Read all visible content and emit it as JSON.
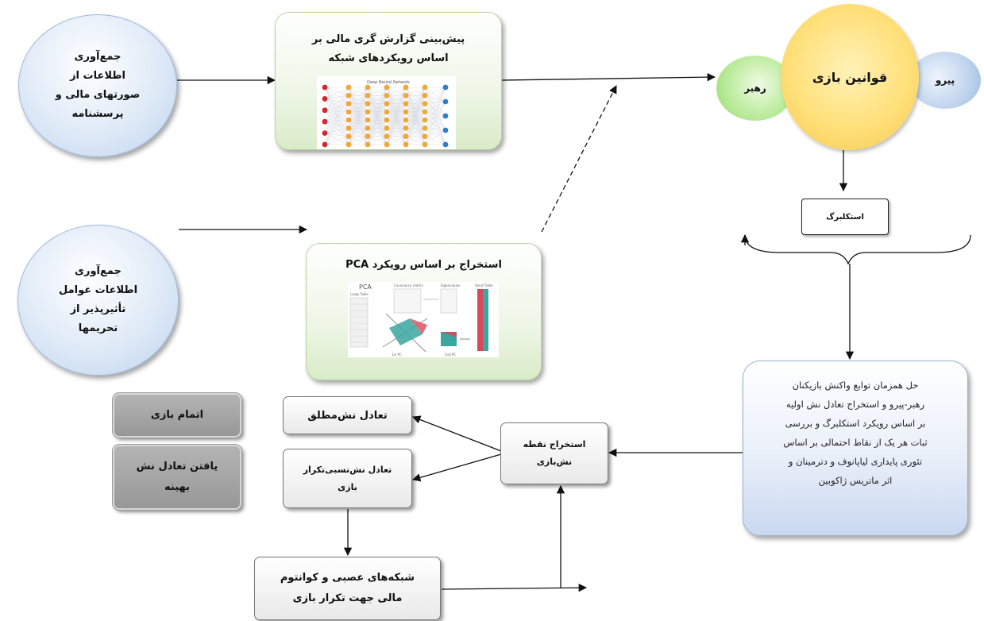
{
  "nodes": {
    "collect_financial": {
      "lines": [
        "جمع‌آوری",
        "اطلاعات از",
        "صورتهای مالی و",
        "پرسشنامه"
      ]
    },
    "collect_sanctions": {
      "lines": [
        "جمع‌آوری",
        "اطلاعات عوامل",
        "تأثیرپذیر از",
        "تحریمها"
      ]
    },
    "predict_report": {
      "lines": [
        "پیش‌بینی گزارش گری مالی بر",
        "اساس رویکردهای شبکه"
      ],
      "image_caption": "Deep Neural Network"
    },
    "pca_extract": {
      "title": "استخراج بر اساس رویکرد PCA",
      "image_labels": {
        "heading": "PCA",
        "large_table": "Large Table",
        "covariance": "Covariance matrix",
        "eigenvalues": "Eigenvalues",
        "small_table": "Small Table",
        "first_pc": "1st PC",
        "second_pc": "2nd PC"
      }
    },
    "game_rules": {
      "label": "قوانین بازی"
    },
    "leader": {
      "label": "رهبر"
    },
    "follower": {
      "label": "پیرو"
    },
    "stackelberg": {
      "label": "استکلبرگ"
    },
    "solve_box": {
      "lines": [
        "حل همزمان توابع واکنش بازیکنان",
        "رهبر-پیرو و استخراج تعادل نش اولیه",
        "بر اساس رویکرد استکلبرگ و بررسی",
        "ثبات هر یک از نقاط احتمالی بر اساس",
        "تئوری پایداری لیاپانوف و دترمینان و",
        "اثر ماتریس ژاکوبین"
      ]
    },
    "extract_nash": {
      "lines": [
        "استخراج نقطه",
        "نش‌بازی"
      ]
    },
    "absolute_nash": {
      "label": "تعادل نش‌مطلق"
    },
    "relative_nash": {
      "lines": [
        "تعادل نش‌نسبی‌تکرار",
        "بازی"
      ]
    },
    "neural_quantum": {
      "lines": [
        "شبکه‌های عصبی و کوانتوم",
        "مالی جهت تکرار بازی"
      ]
    },
    "game_end": {
      "label": "اتمام بازی"
    },
    "optimal_nash": {
      "lines": [
        "یافتن تعادل نش",
        "بهینه"
      ]
    }
  }
}
